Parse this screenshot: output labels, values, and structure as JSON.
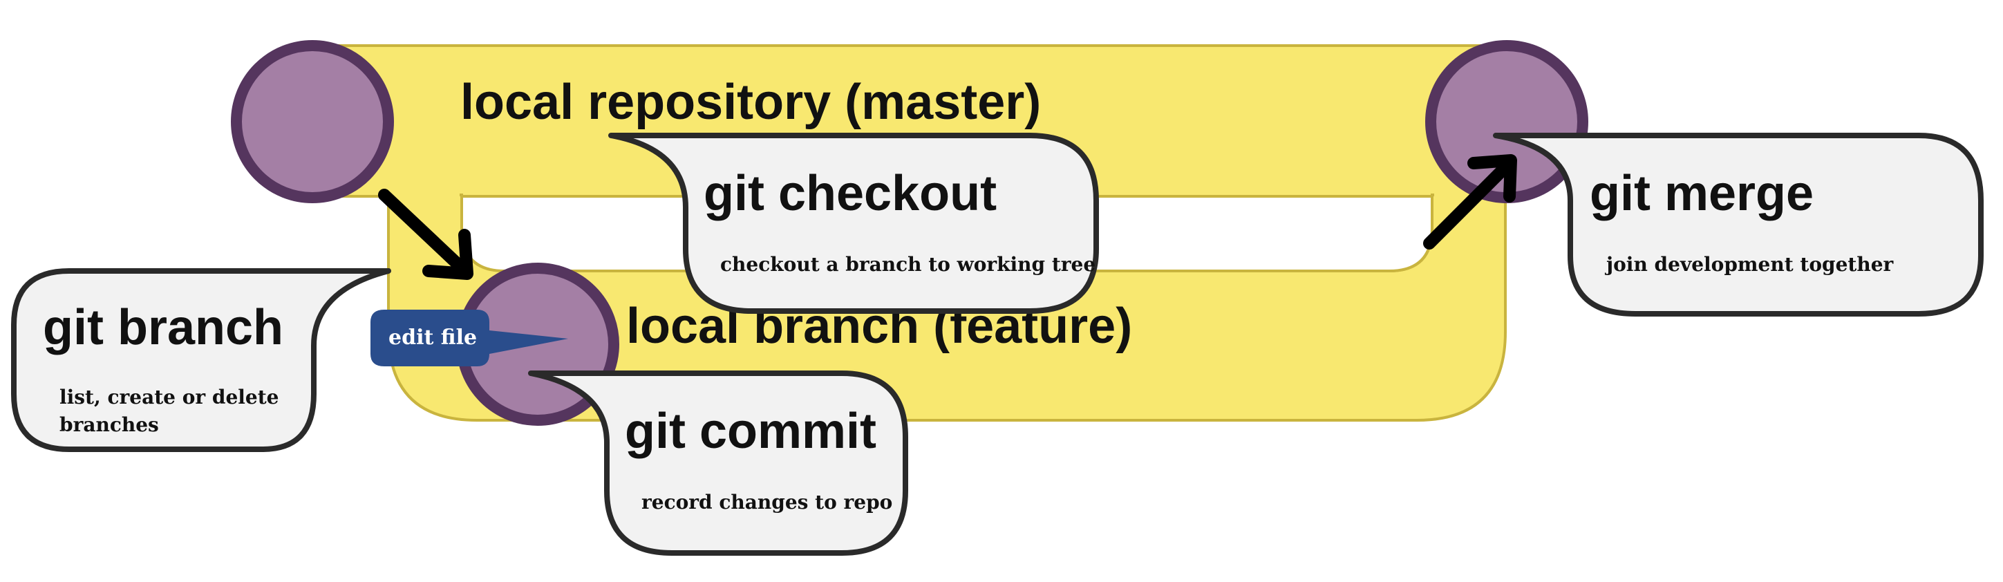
{
  "lanes": {
    "master_label": "local repository (master)",
    "feature_label": "local branch (feature)"
  },
  "callouts": {
    "branch": {
      "title": "git branch",
      "desc_line1": "list, create or delete",
      "desc_line2": "branches"
    },
    "checkout": {
      "title": "git checkout",
      "desc": "checkout a branch to working tree"
    },
    "merge": {
      "title": "git merge",
      "desc": "join development together"
    },
    "commit": {
      "title": "git commit",
      "desc": "record changes to repo"
    }
  },
  "tag": {
    "label": "edit file"
  },
  "colors": {
    "lane_fill": "#f8e870",
    "lane_stroke": "#c9b43e",
    "node_fill": "#a47fa5",
    "node_stroke": "#55355e",
    "callout_fill": "#f2f2f2",
    "callout_stroke": "#2a2a2a",
    "tag_fill": "#2a4d8c",
    "arrow": "#000000"
  }
}
